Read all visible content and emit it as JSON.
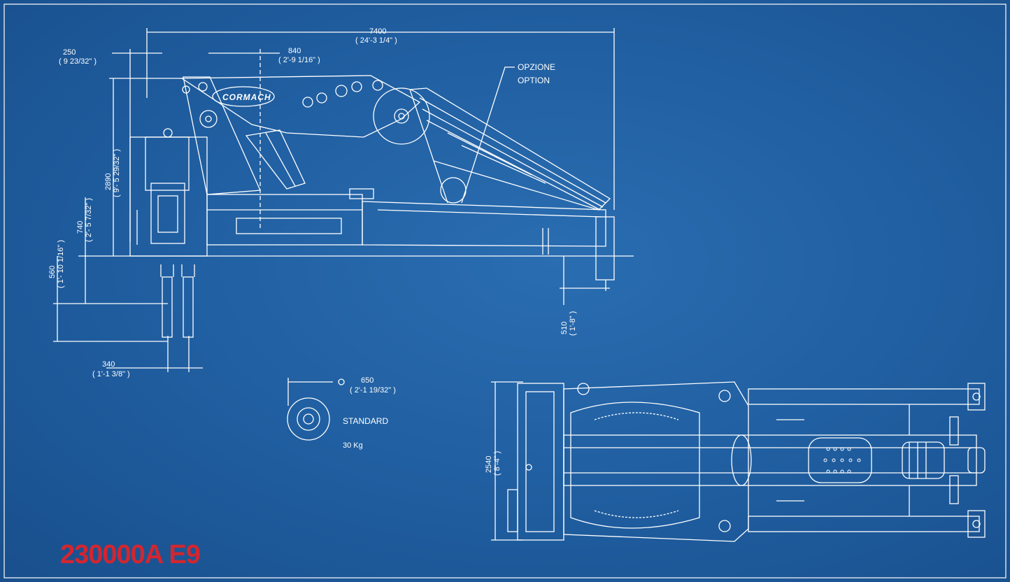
{
  "colors": {
    "background": "#1f5d9f",
    "line": "#ffffff",
    "model": "#d3262f"
  },
  "dimensions": {
    "total_length": {
      "mm": "7400",
      "imp": "( 24'-3 1/4\" )"
    },
    "top_offset": {
      "mm": "250",
      "imp": "( 9 23/32\" )"
    },
    "pivot_offset": {
      "mm": "840",
      "imp": "( 2'-9 1/16\" )"
    },
    "total_height": {
      "mm": "2890",
      "imp": "( 9'- 5 29/32\" )"
    },
    "base_height": {
      "mm": "740",
      "imp": "( 2'- 5 7/32\" )"
    },
    "stabilizer_ext": {
      "mm": "560",
      "imp": "( 1'- 10 1/16\" )"
    },
    "stabilizer_gap": {
      "mm": "340",
      "imp": "( 1'-1 3/8\" )"
    },
    "boom_drop": {
      "mm": "510",
      "imp": "( 1'-8\" )"
    },
    "hook_dia": {
      "mm": "650",
      "imp": "( 2'-1 19/32\" )"
    },
    "width": {
      "mm": "2540",
      "imp": "( 8'-4\" )"
    }
  },
  "labels": {
    "option_it": "OPZIONE",
    "option_en": "OPTION",
    "standard": "STANDARD",
    "weight": "30 Kg",
    "brand": "CORMACH"
  },
  "model": "230000A E9"
}
